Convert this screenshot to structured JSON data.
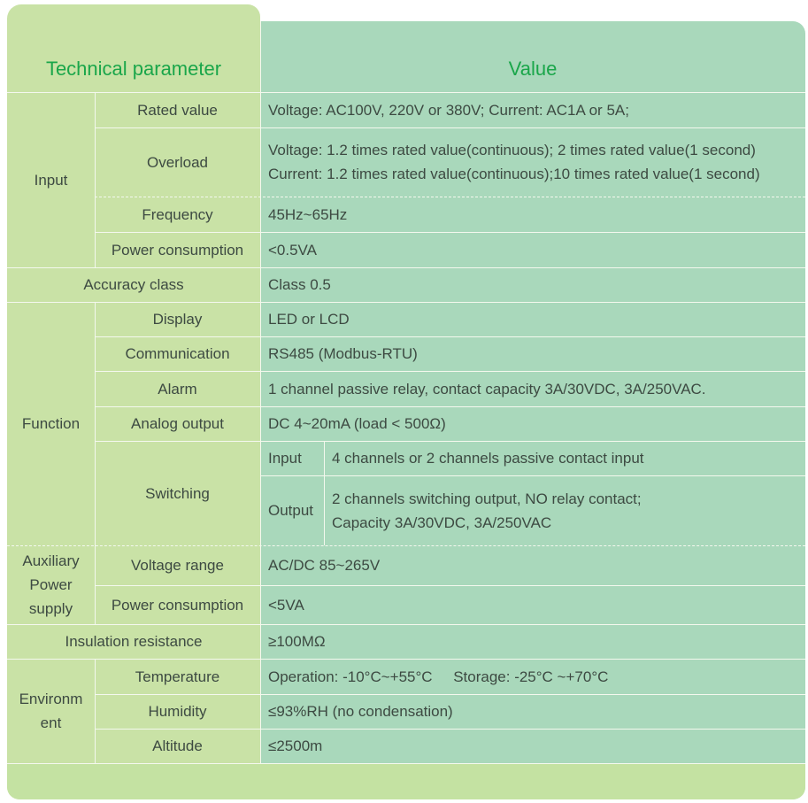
{
  "header": {
    "param": "Technical parameter",
    "value": "Value"
  },
  "input": {
    "group": "Input",
    "rated": {
      "label": "Rated value",
      "value": "Voltage: AC100V, 220V or 380V; Current: AC1A or 5A;"
    },
    "overload": {
      "label": "Overload",
      "line1": "Voltage: 1.2 times rated value(continuous); 2 times rated value(1 second)",
      "line2": "Current: 1.2 times rated value(continuous);10 times rated value(1 second)"
    },
    "frequency": {
      "label": "Frequency",
      "value": "45Hz~65Hz"
    },
    "power": {
      "label": "Power consumption",
      "value": "<0.5VA"
    }
  },
  "accuracy": {
    "label": "Accuracy class",
    "value": "Class 0.5"
  },
  "function": {
    "group": "Function",
    "display": {
      "label": "Display",
      "value": "LED or LCD"
    },
    "communication": {
      "label": "Communication",
      "value": "RS485 (Modbus-RTU)"
    },
    "alarm": {
      "label": "Alarm",
      "value": "1 channel passive relay, contact capacity 3A/30VDC, 3A/250VAC."
    },
    "analog": {
      "label": "Analog output",
      "value": "DC 4~20mA (load < 500Ω)"
    },
    "switching": {
      "label": "Switching",
      "input_label": "Input",
      "input_value": "4 channels or 2 channels passive contact input",
      "output_label": "Output",
      "output_line1": "2 channels switching output, NO relay contact;",
      "output_line2": "Capacity 3A/30VDC, 3A/250VAC"
    }
  },
  "aux": {
    "group_line1": "Auxiliary",
    "group_line2": "Power",
    "group_line3": "supply",
    "voltage": {
      "label": "Voltage range",
      "value": "AC/DC 85~265V"
    },
    "power": {
      "label": "Power consumption",
      "value": "<5VA"
    }
  },
  "insulation": {
    "label": "Insulation resistance",
    "value": "≥100MΩ"
  },
  "environment": {
    "group_line1": "Environm",
    "group_line2": "ent",
    "temperature": {
      "label": "Temperature",
      "value": "Operation: -10°C~+55°C     Storage: -25°C ~+70°C"
    },
    "humidity": {
      "label": "Humidity",
      "value": "≤93%RH (no condensation)"
    },
    "altitude": {
      "label": "Altitude",
      "value": "≤2500m"
    }
  }
}
